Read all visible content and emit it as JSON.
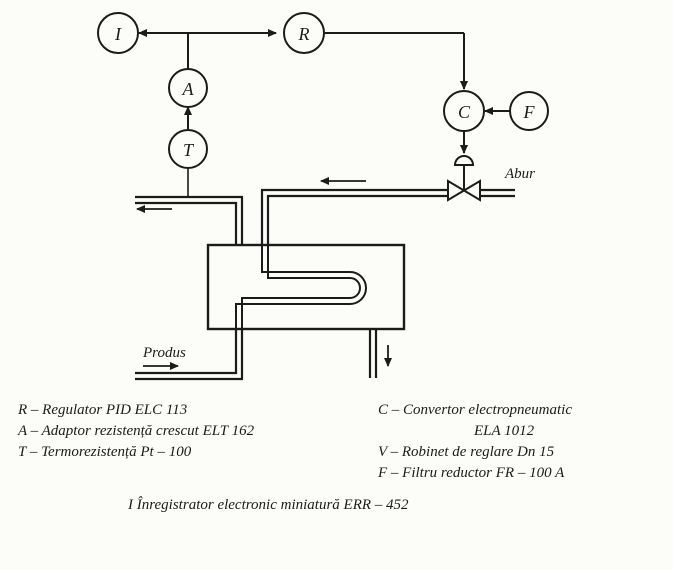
{
  "nodes": {
    "I": "I",
    "R": "R",
    "A": "A",
    "T": "T",
    "C": "C",
    "F": "F"
  },
  "streams": {
    "steam": "Abur",
    "product": "Produs"
  },
  "legend": {
    "left": [
      "R – Regulator PID ELC 113",
      "A – Adaptor rezistență crescut ELT 162",
      "T – Termorezistență Pt – 100"
    ],
    "right": [
      "C – Convertor electropneumatic",
      "ELA 1012",
      "V – Robinet de reglare Dn 15",
      "F – Filtru reductor FR – 100 A"
    ],
    "bottom": "I  Înregistrator electronic miniatură ERR – 452"
  },
  "colors": {
    "ink": "#1b1b1b",
    "paper": "#fcfcf9"
  }
}
